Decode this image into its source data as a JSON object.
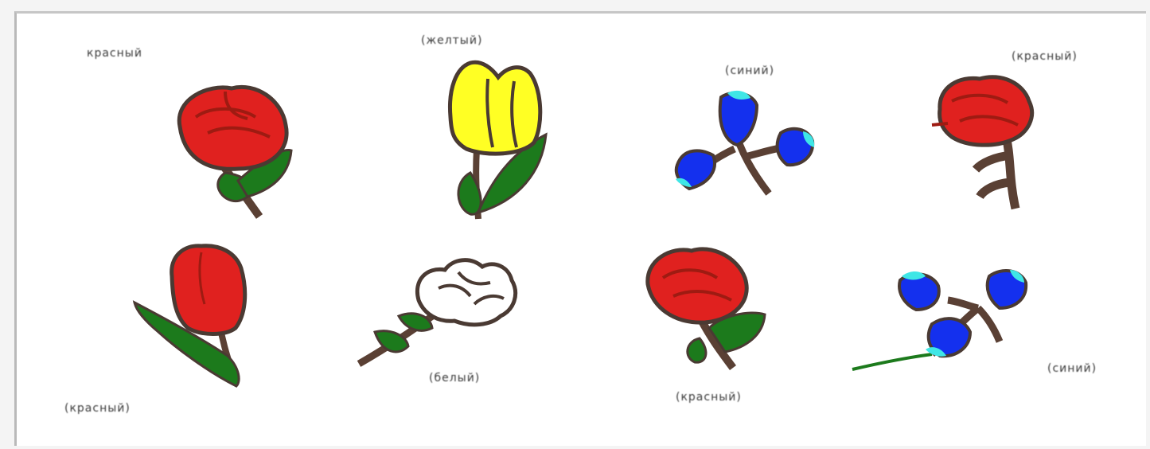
{
  "colors": {
    "red": "#e0211f",
    "red_dark": "#9e1b12",
    "yellow": "#ffff24",
    "blue": "#1430ee",
    "cyan": "#3fe6e6",
    "green": "#1c7a1c",
    "stem": "#5a4034",
    "outline": "#4a3a33",
    "background": "#ffffff"
  },
  "flowers": [
    {
      "kind": "rose",
      "color": "red",
      "label": "красный"
    },
    {
      "kind": "tulip",
      "color": "yellow",
      "label": "(желтый)"
    },
    {
      "kind": "bluebell",
      "color": "blue",
      "label": "(синий)"
    },
    {
      "kind": "carnation",
      "color": "red",
      "label": "(красный)"
    },
    {
      "kind": "tulip",
      "color": "red",
      "label": "(красный)"
    },
    {
      "kind": "carnation",
      "color": "white",
      "label": "(белый)"
    },
    {
      "kind": "rose",
      "color": "red",
      "label": "(красный)"
    },
    {
      "kind": "bluebell",
      "color": "blue",
      "label": "(синий)"
    }
  ]
}
